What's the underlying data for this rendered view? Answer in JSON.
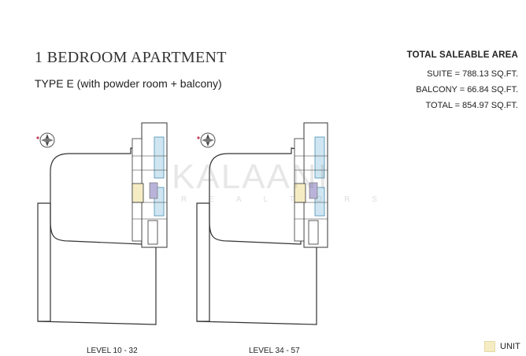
{
  "title": "1 BEDROOM APARTMENT",
  "subtitle": "TYPE E (with powder room + balcony)",
  "area": {
    "heading": "TOTAL SALEABLE AREA",
    "suite": "SUITE = 788.13 SQ.FT.",
    "balcony": "BALCONY = 66.84 SQ.FT.",
    "total": "TOTAL = 854.97 SQ.FT."
  },
  "plans": [
    {
      "level": "LEVEL 10 - 32"
    },
    {
      "level": "LEVEL 34 - 57"
    }
  ],
  "legend": {
    "label": "UNIT",
    "color": "#f6ecc4"
  },
  "watermark": {
    "brand": "KALAANI",
    "sub": "REALTORS"
  },
  "icons": [
    "compass-icon"
  ]
}
